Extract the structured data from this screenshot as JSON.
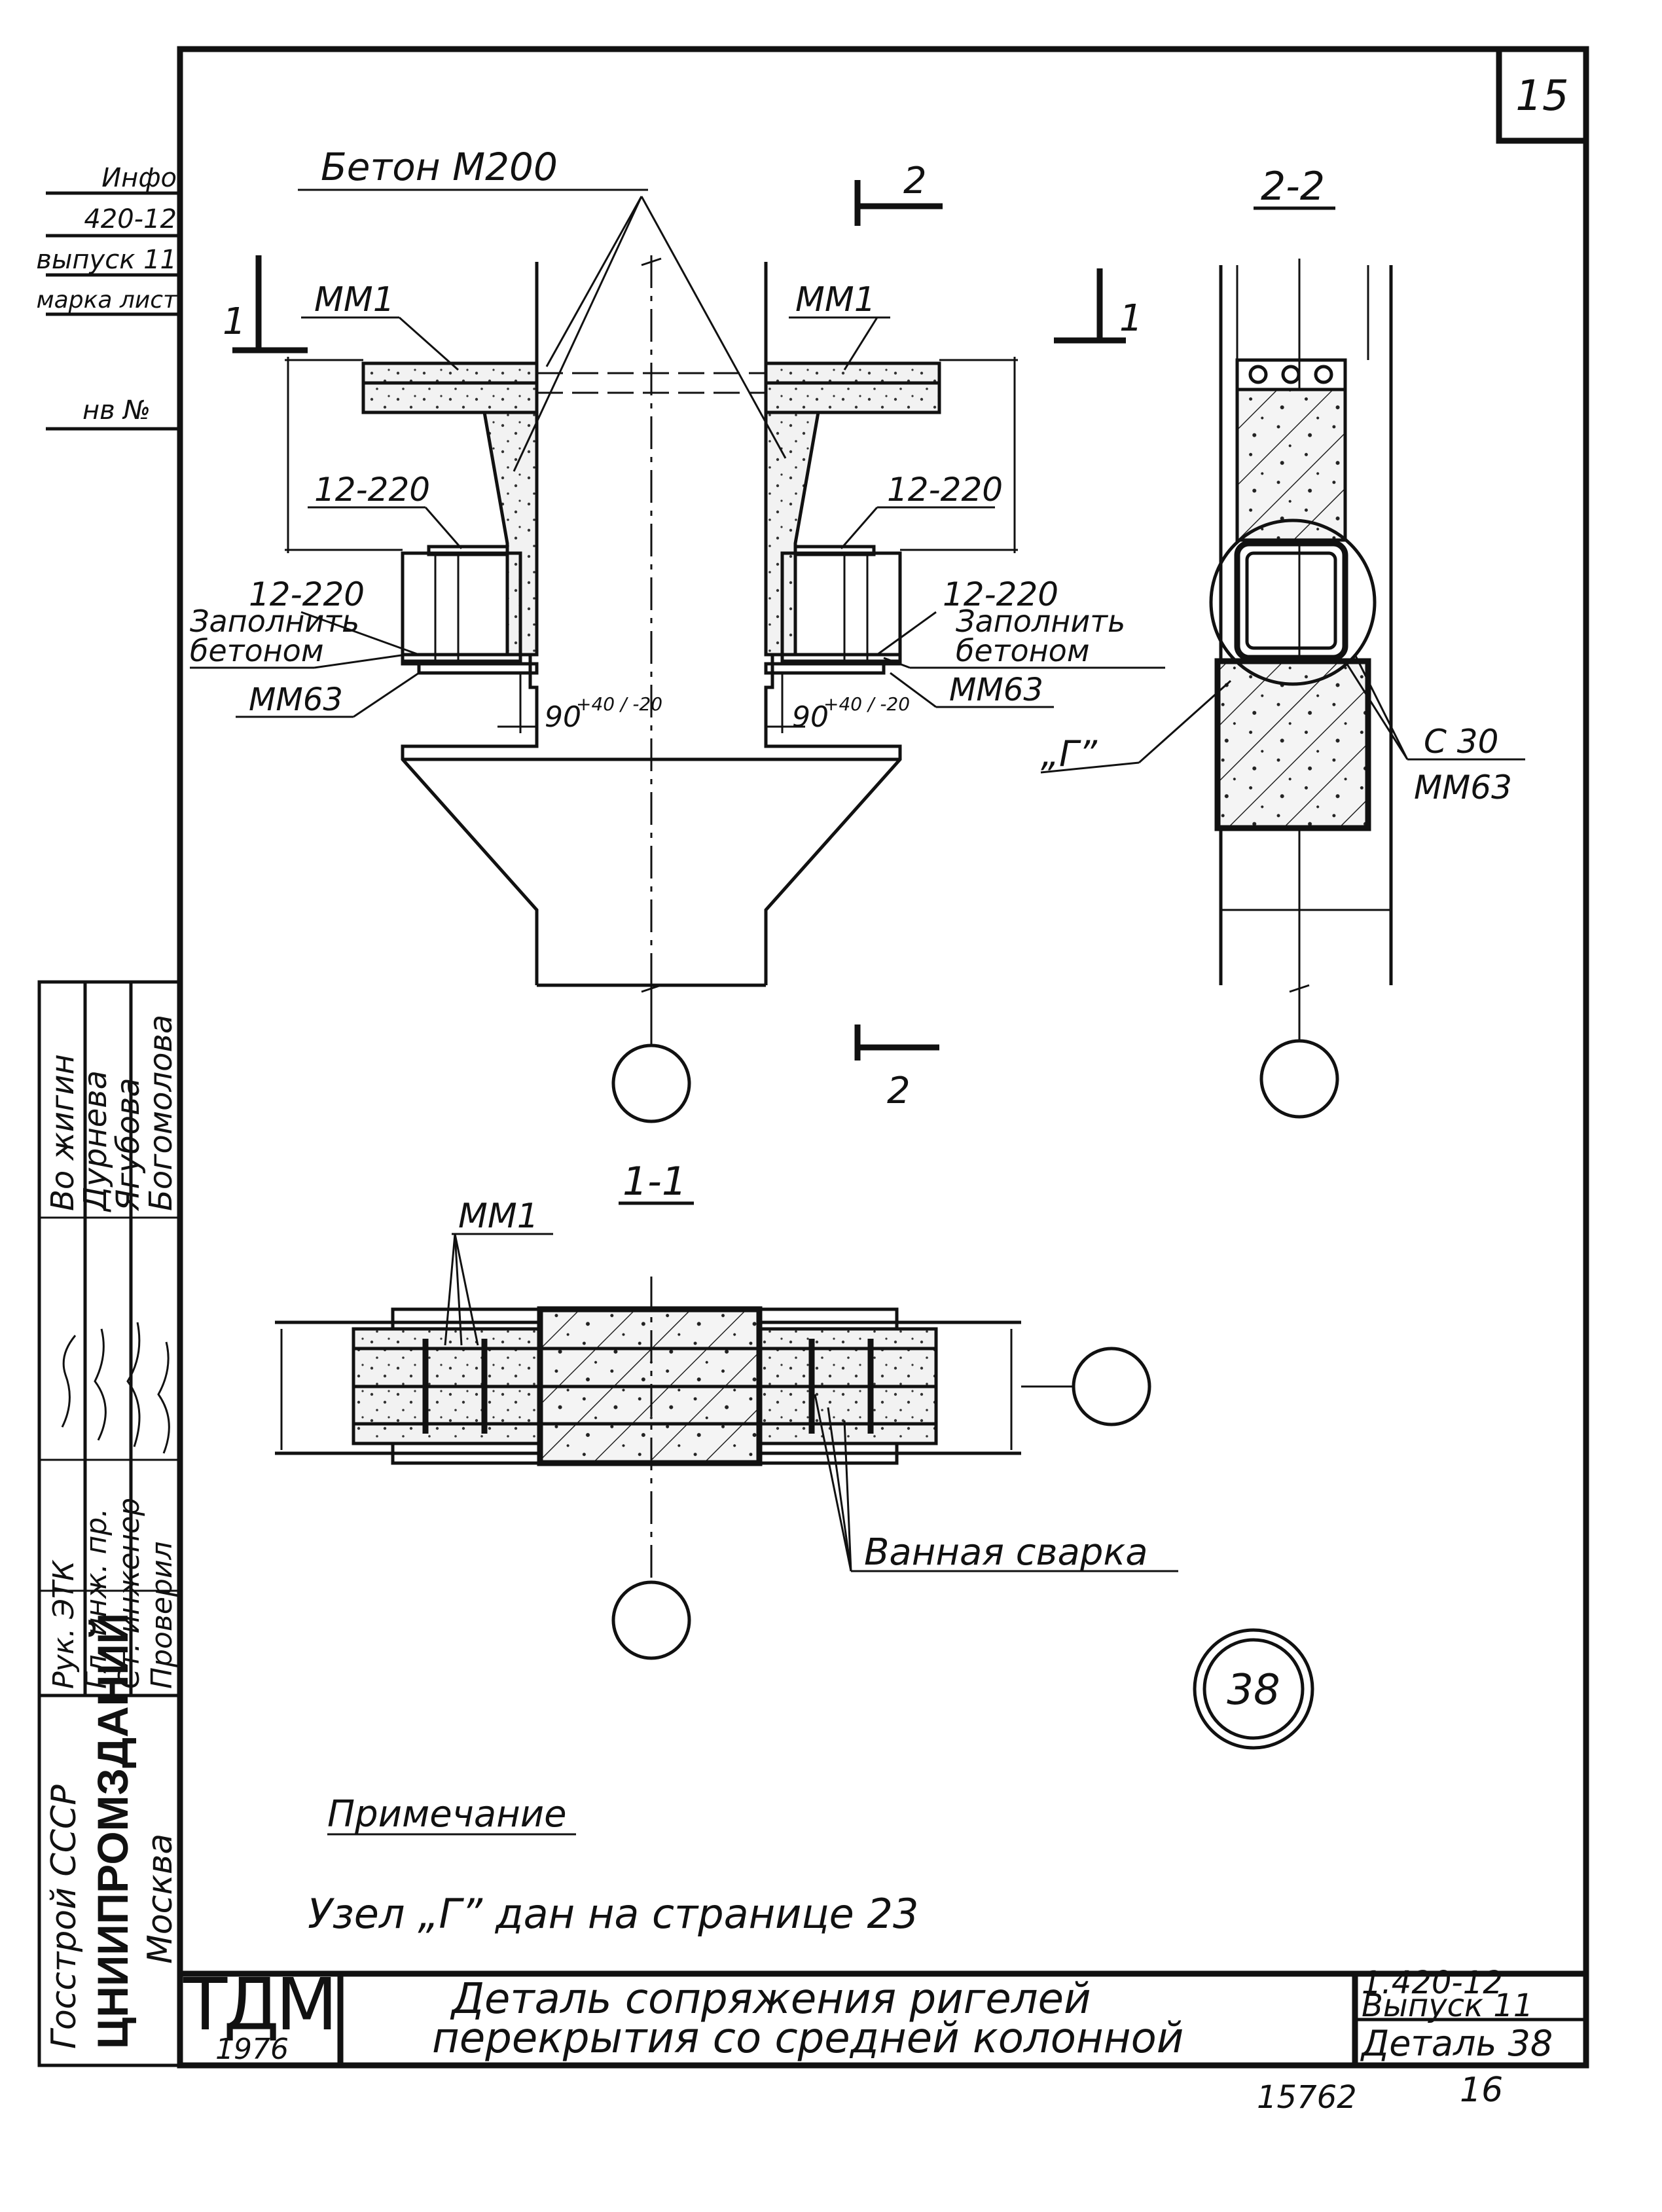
{
  "sheet": {
    "page_number": "15",
    "bottom_number": "16",
    "archive_number": "15762"
  },
  "side_stamp": {
    "rows": [
      "Инфо",
      "420-12",
      "выпуск 11",
      "марка лист",
      "нв №"
    ]
  },
  "approval": {
    "roles": [
      "Рук. ЭТК",
      "Гл. инж. пр.",
      "Ст. инженер",
      "Проверил"
    ],
    "names": [
      "Во жигин",
      "Дурнева",
      "Ягубова",
      "Богомолова"
    ],
    "org_line1": "Госстрой СССР",
    "org_line2": "ЦНИИПРОМЗДАНИЙ",
    "org_line3": "Москва"
  },
  "main_view": {
    "concrete_label": "Бетон М200",
    "mm1_left": "ММ1",
    "mm1_right": "ММ1",
    "bar_top_left": "12-220",
    "bar_top_right": "12-220",
    "bar_bottom_left": "12-220",
    "bar_bottom_right": "12-220",
    "fill_left_1": "Заполнить",
    "fill_left_2": "бетоном",
    "fill_right_1": "Заполнить",
    "fill_right_2": "бетоном",
    "mm63_left": "ММ63",
    "mm63_right": "ММ63",
    "dim_left": "90",
    "dim_left_tol": "+40 / -20",
    "dim_right": "90",
    "dim_right_tol": "+40 / -20",
    "cut1_left": "1",
    "cut1_right": "1",
    "cut2_top": "2",
    "cut2_bottom": "2"
  },
  "section_2_2": {
    "title": "2-2",
    "node_label": "„Г”",
    "c30": "С 30",
    "mm63": "ММ63"
  },
  "section_1_1": {
    "title": "1-1",
    "mm1": "ММ1",
    "weld": "Ванная сварка"
  },
  "detail_badge": "38",
  "note": {
    "heading": "Примечание",
    "text": "Узел „Г” дан на странице 23"
  },
  "title_block": {
    "logo": "ТДМ",
    "year": "1976",
    "title_line1": "Деталь сопряжения ригелей",
    "title_line2": "перекрытия со средней колонной",
    "series": "1.420-12",
    "issue": "Выпуск 11",
    "detail": "Деталь 38"
  }
}
